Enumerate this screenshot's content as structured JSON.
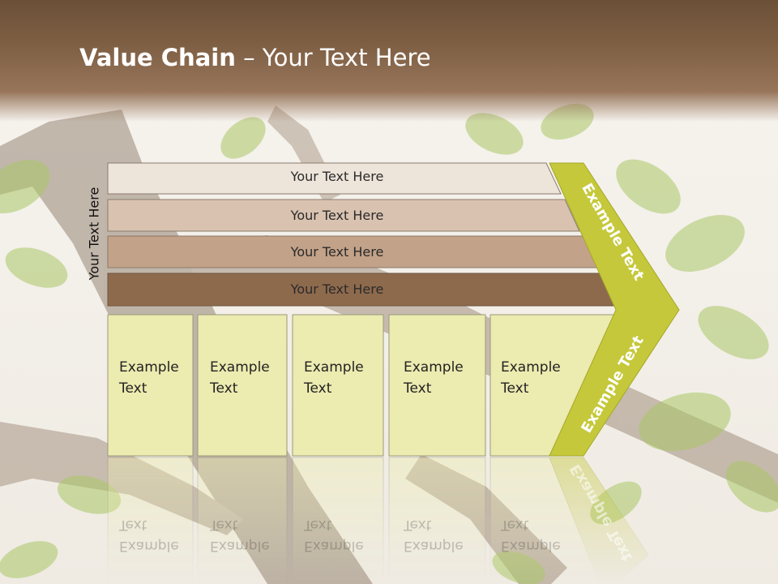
{
  "slide": {
    "title_bold": "Value Chain",
    "title_rest": " – Your Text Here",
    "vertical_label": "Your Text Here"
  },
  "bands": [
    {
      "label": "Your Text Here",
      "color": "#ede4da"
    },
    {
      "label": "Your Text Here",
      "color": "#d9c3b0"
    },
    {
      "label": "Your Text Here",
      "color": "#c2a288"
    },
    {
      "label": "Your Text Here",
      "color": "#8e6a4d"
    }
  ],
  "boxes": [
    {
      "line1": "Example",
      "line2": "Text"
    },
    {
      "line1": "Example",
      "line2": "Text"
    },
    {
      "line1": "Example",
      "line2": "Text"
    },
    {
      "line1": "Example",
      "line2": "Text"
    },
    {
      "line1": "Example",
      "line2": "Text"
    }
  ],
  "chevron": {
    "upper_label": "Example Text",
    "lower_label": "Example Text",
    "color": "#c5c83a"
  },
  "colors": {
    "box_fill": "#ecebb0",
    "title_band": "#7d5e43",
    "leaf_green": "#a9c766",
    "branch_brown": "#8b7462"
  }
}
